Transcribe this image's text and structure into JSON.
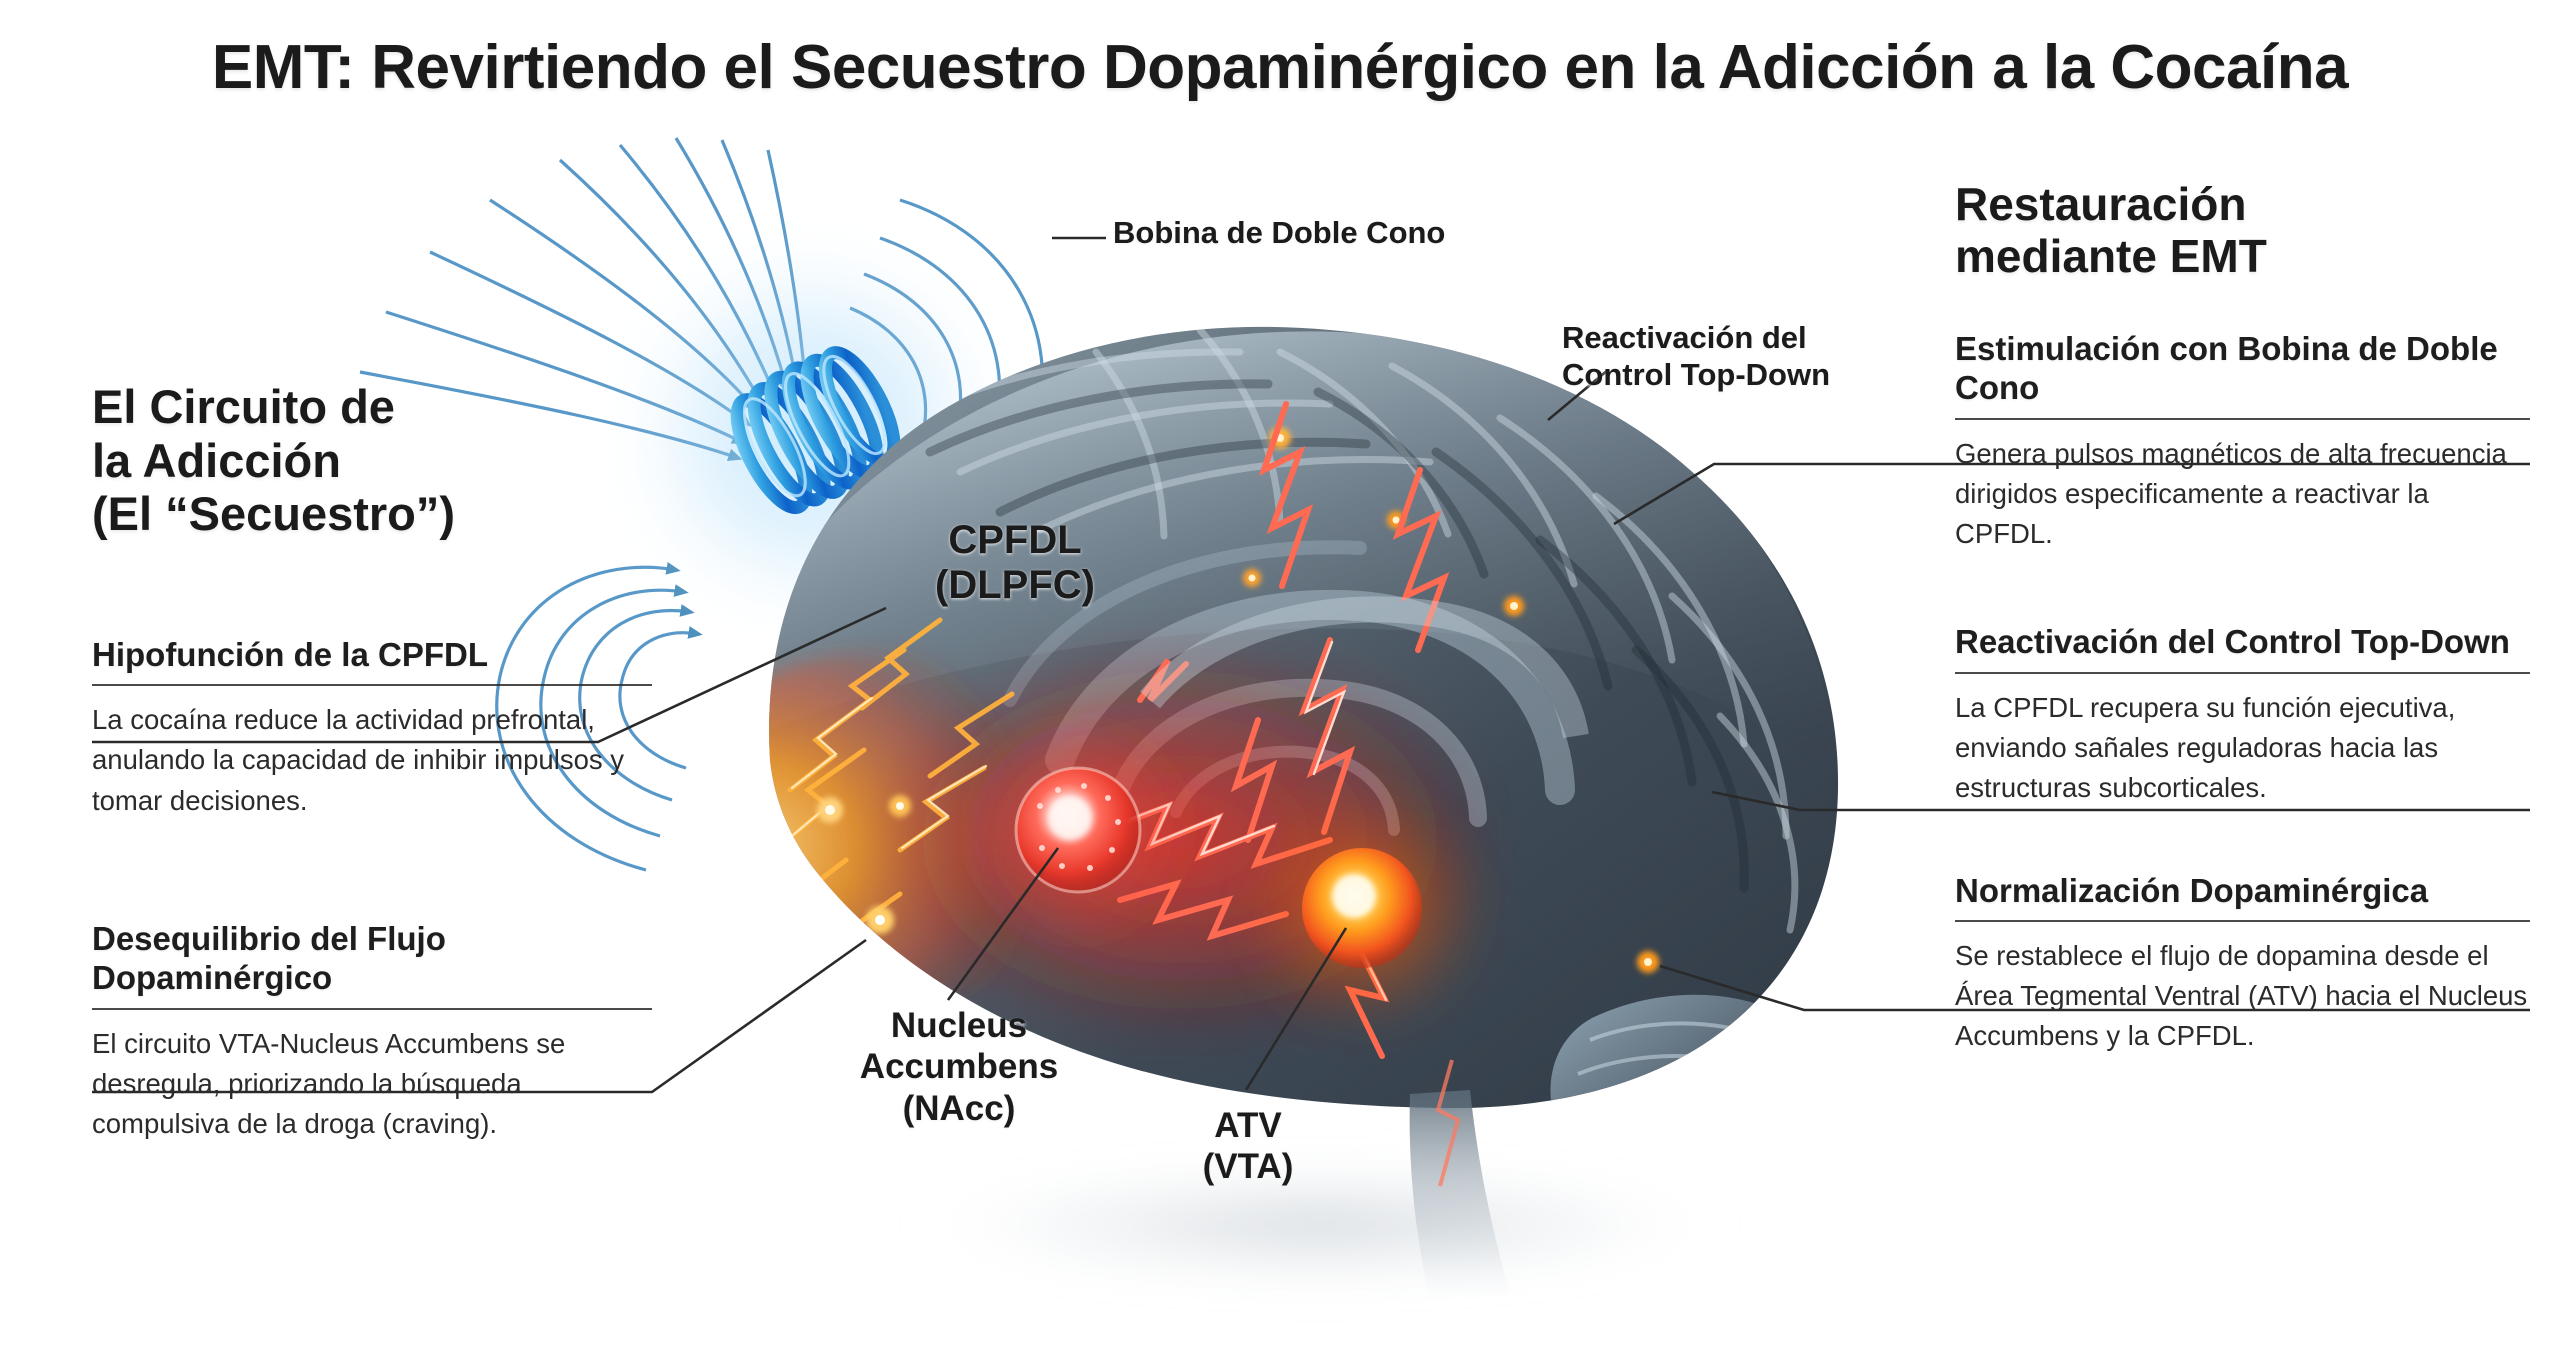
{
  "page": {
    "title": "EMT: Revirtiendo el Secuestro Dopaminérgico en la Adicción a la Cocaína",
    "background_color": "#ffffff",
    "text_color": "#1b1b1b"
  },
  "left_column": {
    "heading": "El Circuito de\nla Adicción\n(El “Secuestro”)",
    "heading_line1": "El Circuito de",
    "heading_line2": "la Adicción",
    "heading_line3": "(El “Secuestro”)",
    "items": [
      {
        "title": "Hipofunción de la CPFDL",
        "body": "La cocaína reduce la actividad prefrontal, anulando la capacidad de inhibir impulsos y tomar decisiones."
      },
      {
        "title": "Desequilibrio del Flujo Dopaminérgico",
        "body": "El circuito VTA-Nucleus Accumbens se desregula, priorizando la búsqueda compulsiva de la droga (craving)."
      }
    ]
  },
  "right_column": {
    "heading_line1": "Restauración",
    "heading_line2": "mediante EMT",
    "items": [
      {
        "title": "Estimulación con Bobina de Doble Cono",
        "body": "Genera pulsos magnéticos de alta frecuencia dirigidos especificamente a reactivar la CPFDL."
      },
      {
        "title": "Reactivación del Control Top-Down",
        "body": "La CPFDL recupera su función ejecutiva, enviando sañales reguladoras hacia las estructuras subcorticales."
      },
      {
        "title": "Normalización Dopaminérgica",
        "body": "Se restablece el flujo de dopamina desde el Área Tegmental Ventral (ATV) hacia el Nucleus Accumbens y la CPFDL."
      }
    ]
  },
  "diagram": {
    "callouts": [
      {
        "id": "coil",
        "label": "Bobina de Doble Cono"
      },
      {
        "id": "top_down",
        "label_line1": "Reactivación del",
        "label_line2": "Control Top-Down"
      },
      {
        "id": "cpfdl",
        "label_line1": "CPFDL",
        "label_line2": "(DLPFC)"
      },
      {
        "id": "nacc",
        "label_line1": "Nucleus",
        "label_line2": "Accumbens",
        "label_line3": "(NAcc)"
      },
      {
        "id": "atv",
        "label_line1": "ATV",
        "label_line2": "(VTA)"
      }
    ],
    "colors": {
      "coil": "#1f7fd4",
      "field_lines": "#4a90c4",
      "brain_body": "#46525e",
      "hot_frontal": "#ff9a1f",
      "nacc_node": "#f2433a",
      "vta_node": "#ff8a16",
      "lightning_red": "#ff5a47",
      "cpfdl_patch": "#dfeaf2",
      "leader_line": "#2a2a2a"
    }
  }
}
